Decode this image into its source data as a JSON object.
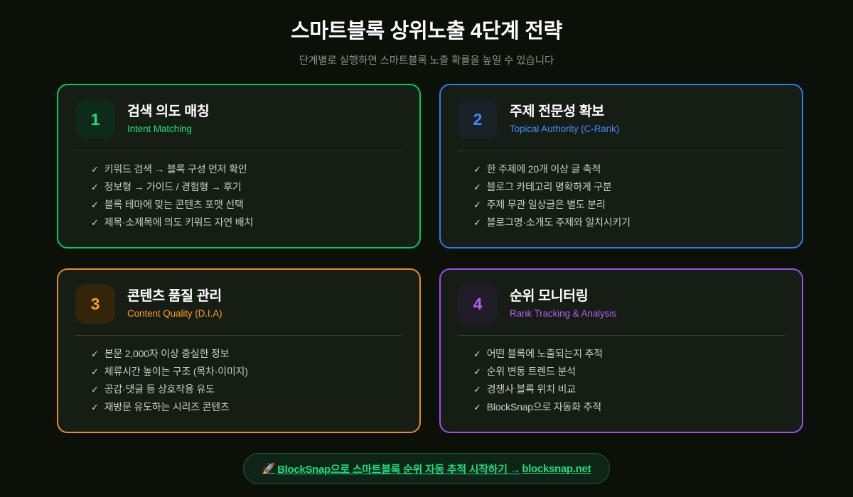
{
  "header": {
    "title": "스마트블록 상위노출 4단계 전략",
    "subtitle": "단계별로 실행하면 스마트블록 노출 확률을 높일 수 있습니다"
  },
  "colors": {
    "page_background": "#0b1109",
    "card_background": "#151d14",
    "divider": "#333a31",
    "accent_green": "#00c96b",
    "accent_blue": "#2b7cf6",
    "accent_orange": "#f08c1a",
    "accent_purple": "#a34cf0",
    "title_text": "#ffffff",
    "subtitle_text": "#8d928a",
    "list_text": "#c9cec6"
  },
  "cards": [
    {
      "number": "1",
      "title": "검색 의도 매칭",
      "subtitle": "Intent Matching",
      "accent": "#00c96b",
      "check_icon": "check-mark",
      "items": [
        "키워드 검색 → 블록 구성 먼저 확인",
        "정보형 → 가이드 / 경험형 → 후기",
        "블록 테마에 맞는 콘텐츠 포맷 선택",
        "제목·소제목에 의도 키워드 자연 배치"
      ]
    },
    {
      "number": "2",
      "title": "주제 전문성 확보",
      "subtitle": "Topical Authority (C-Rank)",
      "accent": "#2b7cf6",
      "check_icon": "check-mark",
      "items": [
        "한 주제에 20개 이상 글 축적",
        "블로그 카테고리 명확하게 구분",
        "주제 무관 일상글은 별도 분리",
        "블로그명·소개도 주제와 일치시키기"
      ]
    },
    {
      "number": "3",
      "title": "콘텐츠 품질 관리",
      "subtitle": "Content Quality (D.I.A)",
      "accent": "#f08c1a",
      "check_icon": "check-mark",
      "items": [
        "본문 2,000자 이상 충실한 정보",
        "체류시간 높이는 구조 (목차·이미지)",
        "공감·댓글 등 상호작용 유도",
        "재방문 유도하는 시리즈 콘텐츠"
      ]
    },
    {
      "number": "4",
      "title": "순위 모니터링",
      "subtitle": "Rank Tracking & Analysis",
      "accent": "#a34cf0",
      "check_icon": "check-mark",
      "items": [
        "어떤 블록에 노출되는지 추적",
        "순위 변동 트렌드 분석",
        "경쟁사 블록 위치 비교",
        "BlockSnap으로 자동화 추적"
      ]
    }
  ],
  "cta": {
    "icon": "rocket-icon",
    "icon_glyph": "🚀",
    "label": "BlockSnap으로 스마트블록 순위 자동 추적 시작하기 → ",
    "domain": "blocksnap.net",
    "accent": "#18e083"
  },
  "check_glyph": "✓"
}
